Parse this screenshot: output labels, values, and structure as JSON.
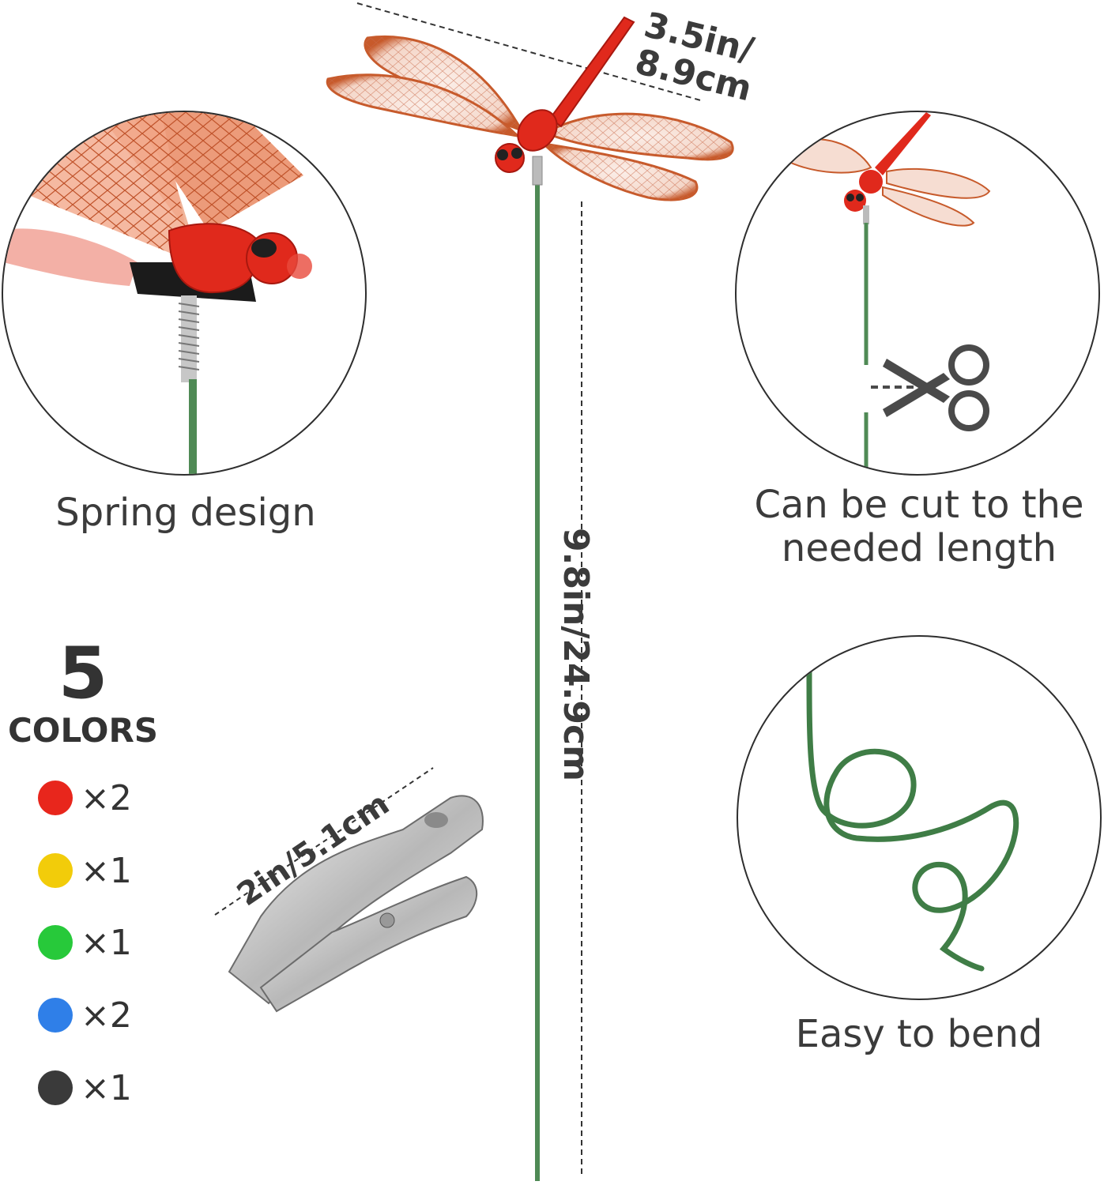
{
  "main_product": {
    "wing_span_label_line1": "3.5in/",
    "wing_span_label_line2": "8.9cm",
    "height_label": "9.8in/24.9cm"
  },
  "features": [
    {
      "caption": "Spring design",
      "icon": "spring-closeup"
    },
    {
      "caption_line1": "Can be cut to the",
      "caption_line2": "needed length",
      "icon": "scissors-icon"
    },
    {
      "caption": "Easy to bend",
      "icon": "bent-wire"
    }
  ],
  "colors_block": {
    "count": "5",
    "label": "COLORS",
    "items": [
      {
        "color": "#e8261c",
        "qty": "×2"
      },
      {
        "color": "#f2cc0a",
        "qty": "×1"
      },
      {
        "color": "#27c93a",
        "qty": "×1"
      },
      {
        "color": "#2f7fe8",
        "qty": "×2"
      },
      {
        "color": "#3a3a3a",
        "qty": "×1"
      }
    ]
  },
  "clip": {
    "size_label": "2in/5.1cm"
  },
  "colors": {
    "stem": "#4f8a55",
    "dragonfly": "#e0291c",
    "wing_edge": "#c9582c",
    "text": "#3b3b3b"
  }
}
